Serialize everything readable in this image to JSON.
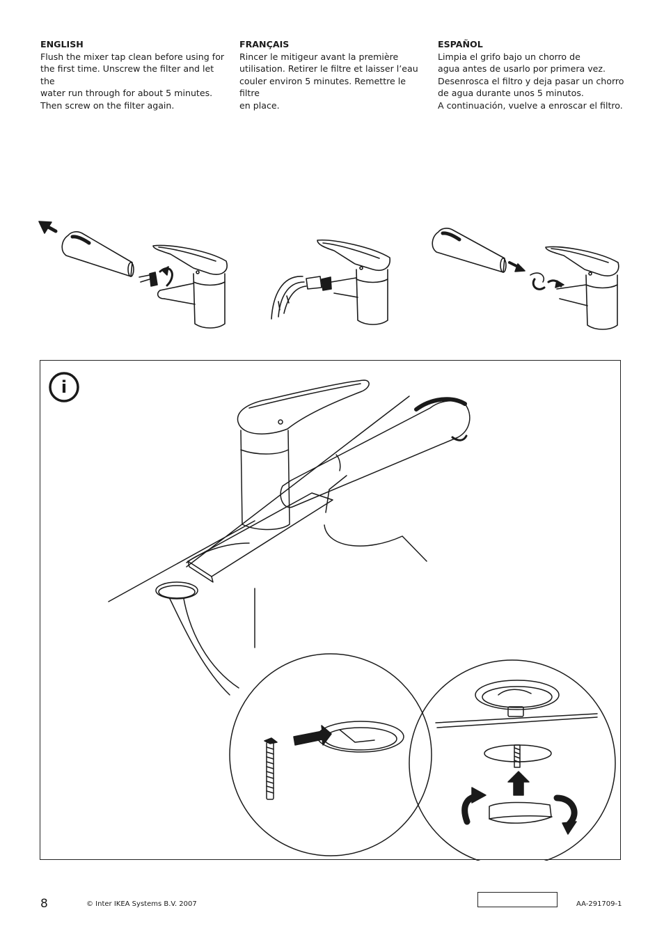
{
  "instructions": {
    "english": {
      "heading": "ENGLISH",
      "lines": [
        "Flush the mixer tap clean before using for",
        "the first time. Unscrew the filter and let the",
        "water run through for about 5 minutes.",
        "Then screw on the filter again."
      ]
    },
    "francais": {
      "heading": "FRANÇAIS",
      "lines": [
        "Rincer le mitigeur avant la première",
        "utilisation. Retirer le filtre et laisser l’eau",
        "couler environ 5 minutes. Remettre le filtre",
        "en place."
      ]
    },
    "espanol": {
      "heading": "ESPAÑOL",
      "lines": [
        "Limpia el grifo bajo un chorro de",
        "agua antes de usarlo por primera vez.",
        "Desenrosca el filtro y deja pasar un chorro",
        "de agua durante unos 5 minutos.",
        "A continuación, vuelve a enroscar el filtro."
      ]
    }
  },
  "info_panel": {
    "icon": "info-icon",
    "icon_glyph": "i"
  },
  "footer": {
    "page_number": "8",
    "copyright": "© Inter IKEA Systems B.V. 2007",
    "doc_code": "AA-291709-1"
  }
}
